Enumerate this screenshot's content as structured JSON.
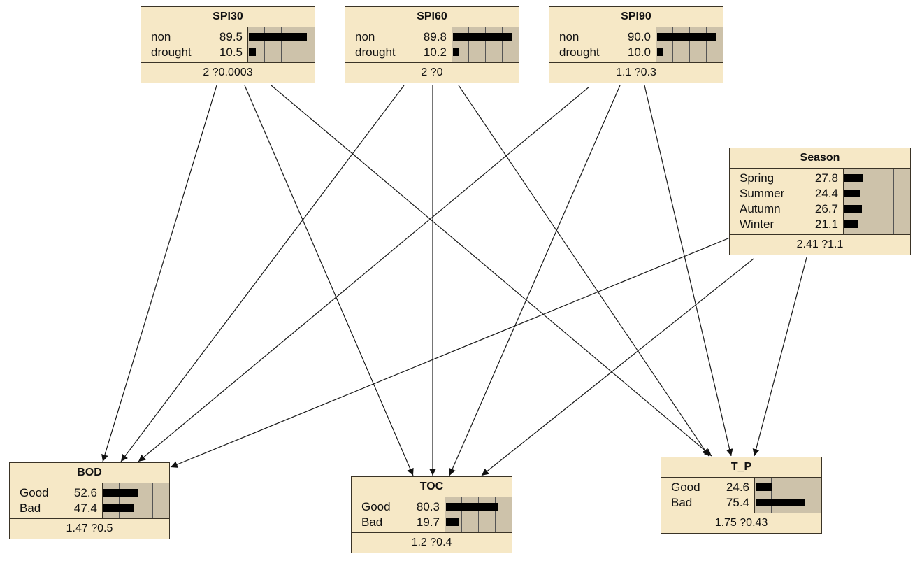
{
  "nodes": {
    "spi30": {
      "title": "SPI30",
      "states": [
        {
          "label": "non",
          "value": "89.5",
          "fraction": 0.895
        },
        {
          "label": "drought",
          "value": "10.5",
          "fraction": 0.105
        }
      ],
      "footer": "2 ?0.0003"
    },
    "spi60": {
      "title": "SPI60",
      "states": [
        {
          "label": "non",
          "value": "89.8",
          "fraction": 0.898
        },
        {
          "label": "drought",
          "value": "10.2",
          "fraction": 0.102
        }
      ],
      "footer": "2 ?0"
    },
    "spi90": {
      "title": "SPI90",
      "states": [
        {
          "label": "non",
          "value": "90.0",
          "fraction": 0.9
        },
        {
          "label": "drought",
          "value": "10.0",
          "fraction": 0.1
        }
      ],
      "footer": "1.1 ?0.3"
    },
    "season": {
      "title": "Season",
      "states": [
        {
          "label": "Spring",
          "value": "27.8",
          "fraction": 0.278
        },
        {
          "label": "Summer",
          "value": "24.4",
          "fraction": 0.244
        },
        {
          "label": "Autumn",
          "value": "26.7",
          "fraction": 0.267
        },
        {
          "label": "Winter",
          "value": "21.1",
          "fraction": 0.211
        }
      ],
      "footer": "2.41 ?1.1"
    },
    "bod": {
      "title": "BOD",
      "states": [
        {
          "label": "Good",
          "value": "52.6",
          "fraction": 0.526
        },
        {
          "label": "Bad",
          "value": "47.4",
          "fraction": 0.474
        }
      ],
      "footer": "1.47 ?0.5"
    },
    "toc": {
      "title": "TOC",
      "states": [
        {
          "label": "Good",
          "value": "80.3",
          "fraction": 0.803
        },
        {
          "label": "Bad",
          "value": "19.7",
          "fraction": 0.197
        }
      ],
      "footer": "1.2 ?0.4"
    },
    "tp": {
      "title": "T_P",
      "states": [
        {
          "label": "Good",
          "value": "24.6",
          "fraction": 0.246
        },
        {
          "label": "Bad",
          "value": "75.4",
          "fraction": 0.754
        }
      ],
      "footer": "1.75 ?0.43"
    }
  },
  "edges": [
    {
      "from": "spi30",
      "to": "bod"
    },
    {
      "from": "spi30",
      "to": "toc"
    },
    {
      "from": "spi30",
      "to": "tp"
    },
    {
      "from": "spi60",
      "to": "bod"
    },
    {
      "from": "spi60",
      "to": "toc"
    },
    {
      "from": "spi60",
      "to": "tp"
    },
    {
      "from": "spi90",
      "to": "bod"
    },
    {
      "from": "spi90",
      "to": "toc"
    },
    {
      "from": "spi90",
      "to": "tp"
    },
    {
      "from": "season",
      "to": "bod"
    },
    {
      "from": "season",
      "to": "toc"
    },
    {
      "from": "season",
      "to": "tp"
    }
  ]
}
